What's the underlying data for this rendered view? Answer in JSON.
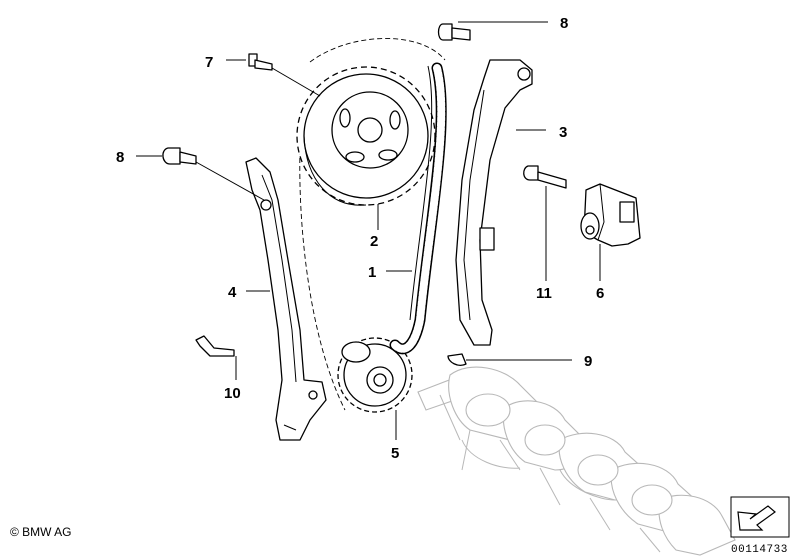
{
  "diagram": {
    "callouts": {
      "c1": "1",
      "c2": "2",
      "c3": "3",
      "c4": "4",
      "c5": "5",
      "c6": "6",
      "c7": "7",
      "c8_top": "8",
      "c8_left": "8",
      "c9": "9",
      "c10": "10",
      "c11": "11"
    },
    "copyright": "© BMW AG",
    "reference_number": "00114733",
    "colors": {
      "line": "#000000",
      "ghost": "#b8b8b8",
      "background": "#ffffff"
    },
    "icons": {
      "navigation": "arrow-icon"
    }
  }
}
